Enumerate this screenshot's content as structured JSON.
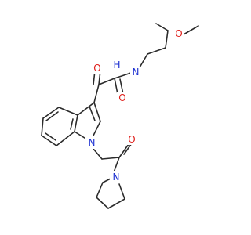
{
  "structure": {
    "atoms": {
      "methoxy_o": {
        "symbol": "O",
        "color": "#e0201c"
      },
      "amide_n": {
        "symbol": "N",
        "color": "#1b2fd1"
      },
      "amide_h": {
        "symbol": "H",
        "color": "#1b2fd1"
      },
      "keto_o": {
        "symbol": "O",
        "color": "#e0201c"
      },
      "amide_o": {
        "symbol": "O",
        "color": "#e0201c"
      },
      "indole_n": {
        "symbol": "N",
        "color": "#1b2fd1"
      },
      "acyl_o": {
        "symbol": "O",
        "color": "#e0201c"
      },
      "pyrr_n": {
        "symbol": "N",
        "color": "#1b2fd1"
      }
    },
    "bond_color": "#2b2b2b"
  }
}
